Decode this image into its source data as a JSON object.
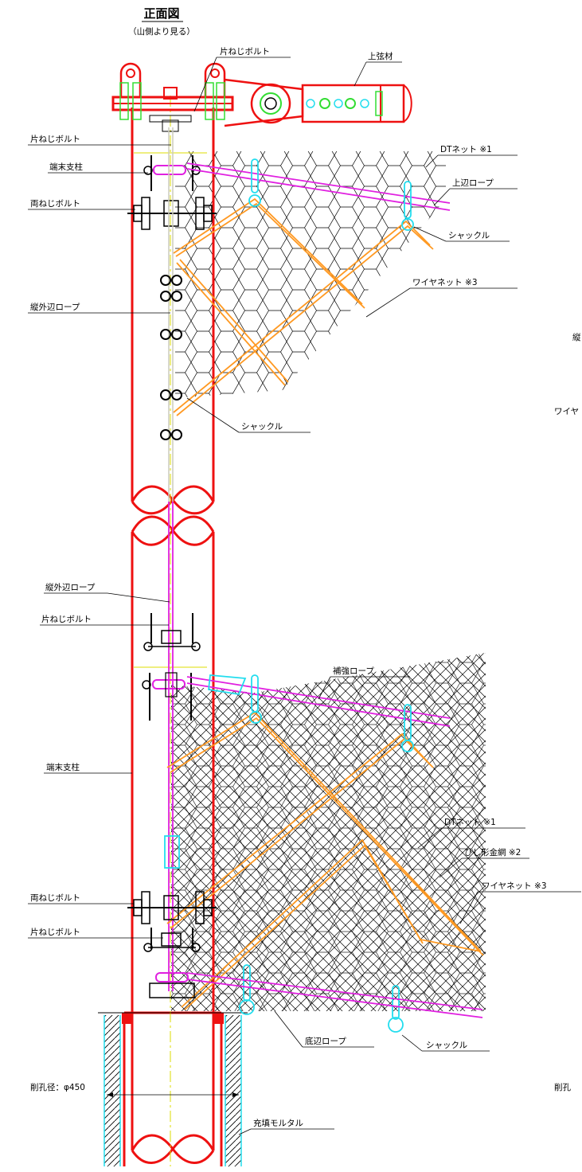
{
  "title": "正面図",
  "subtitle": "（山側より見る）",
  "labels": {
    "top_bolt": "片ねじボルト",
    "upper_chord": "上弦材",
    "katane_bolt_1": "片ねじボルト",
    "end_post_1": "端末支柱",
    "ryone_bolt_1": "両ねじボルト",
    "dt_net_1": "DTネット ※1",
    "top_rope": "上辺ロープ",
    "shackle_1": "シャックル",
    "wire_net_1": "ワイヤネット ※3",
    "vert_rope_1": "縦外辺ロープ",
    "shackle_2": "シャックル",
    "vert_rope_2": "縦外辺ロープ",
    "katane_bolt_2": "片ねじボルト",
    "reinforce_rope": "補強ロープ",
    "end_post_2": "端末支柱",
    "dt_net_2": "DTネット ※1",
    "diamond_net": "ひし形金網 ※2",
    "ryone_bolt_2": "両ねじボルト",
    "wire_net_2": "ワイヤネット ※3",
    "katane_bolt_3": "片ねじボルト",
    "bottom_rope": "底辺ロープ",
    "shackle_3": "シャックル",
    "bore_diameter": "削孔径：φ450",
    "mortar": "充填モルタル",
    "edge_1": "縦",
    "edge_2": "ワイヤ",
    "edge_3": "削孔"
  },
  "colors": {
    "post": "#ee1111",
    "rope": "#e020e0",
    "wire_net": "#ff9922",
    "shackle": "#22ddee",
    "bolt_green": "#33dd33",
    "axis": "#eeee00",
    "mesh": "#000000"
  }
}
